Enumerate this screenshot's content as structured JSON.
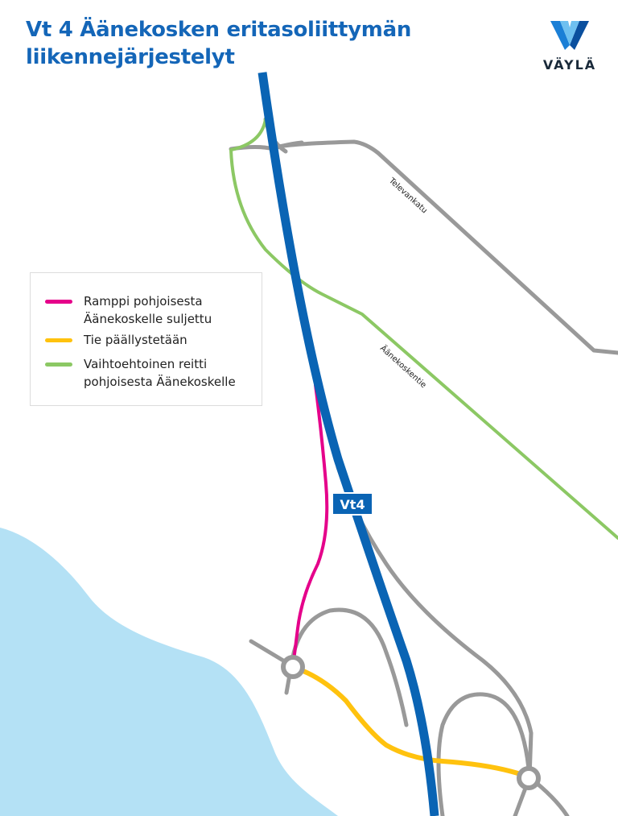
{
  "title": {
    "line1": "Vt 4 Äänekosken eritasoliittymän",
    "line2": "liikennejärjestelyt"
  },
  "logo": {
    "text": "VÄYLÄ",
    "icon": "vayla-v-logo-icon"
  },
  "legend": {
    "items": [
      {
        "label_line1": "Ramppi pohjoisesta",
        "label_line2": "Äänekoskelle suljettu",
        "color": "#e5008a"
      },
      {
        "label_line1": "Tie päällystetään",
        "label_line2": "",
        "color": "#ffc20e"
      },
      {
        "label_line1": "Vaihtoehtoinen reitti",
        "label_line2": "pohjoisesta Äänekoskelle",
        "color": "#8cc864"
      }
    ]
  },
  "map": {
    "road_labels": {
      "televankatu": "Televankatu",
      "aanekoskentie": "Äänekoskentie"
    },
    "highway_shield": "Vt4",
    "colors": {
      "highway": "#0a64b4",
      "road": "#999999",
      "water": "#b4e1f5",
      "closed_ramp": "#e5008a",
      "paved": "#ffc20e",
      "alternative": "#8cc864"
    }
  }
}
